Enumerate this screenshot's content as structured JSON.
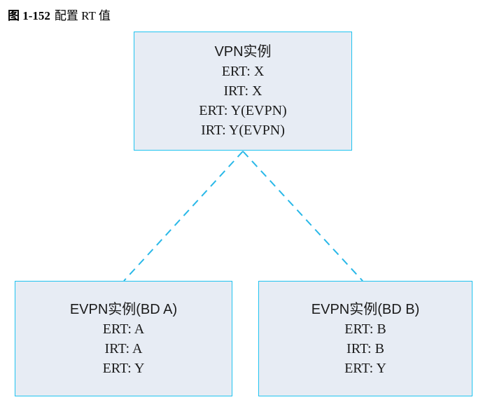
{
  "title": {
    "label": "图 1-152",
    "caption": "配置 RT 值"
  },
  "nodes": {
    "vpn": {
      "title": "VPN实例",
      "lines": [
        "ERT: X",
        "IRT: X",
        "ERT: Y(EVPN)",
        "IRT: Y(EVPN)"
      ]
    },
    "evpn_bd_a": {
      "title": "EVPN实例(BD A)",
      "lines": [
        "ERT: A",
        "IRT: A",
        "ERT: Y"
      ]
    },
    "evpn_bd_b": {
      "title": "EVPN实例(BD B)",
      "lines": [
        "ERT: B",
        "IRT: B",
        "ERT: Y"
      ]
    }
  },
  "colors": {
    "box-border": "#1fc3f0",
    "box-fill": "#e7ecf4",
    "connector": "#29b8e8",
    "text": "#1a1a1a"
  }
}
